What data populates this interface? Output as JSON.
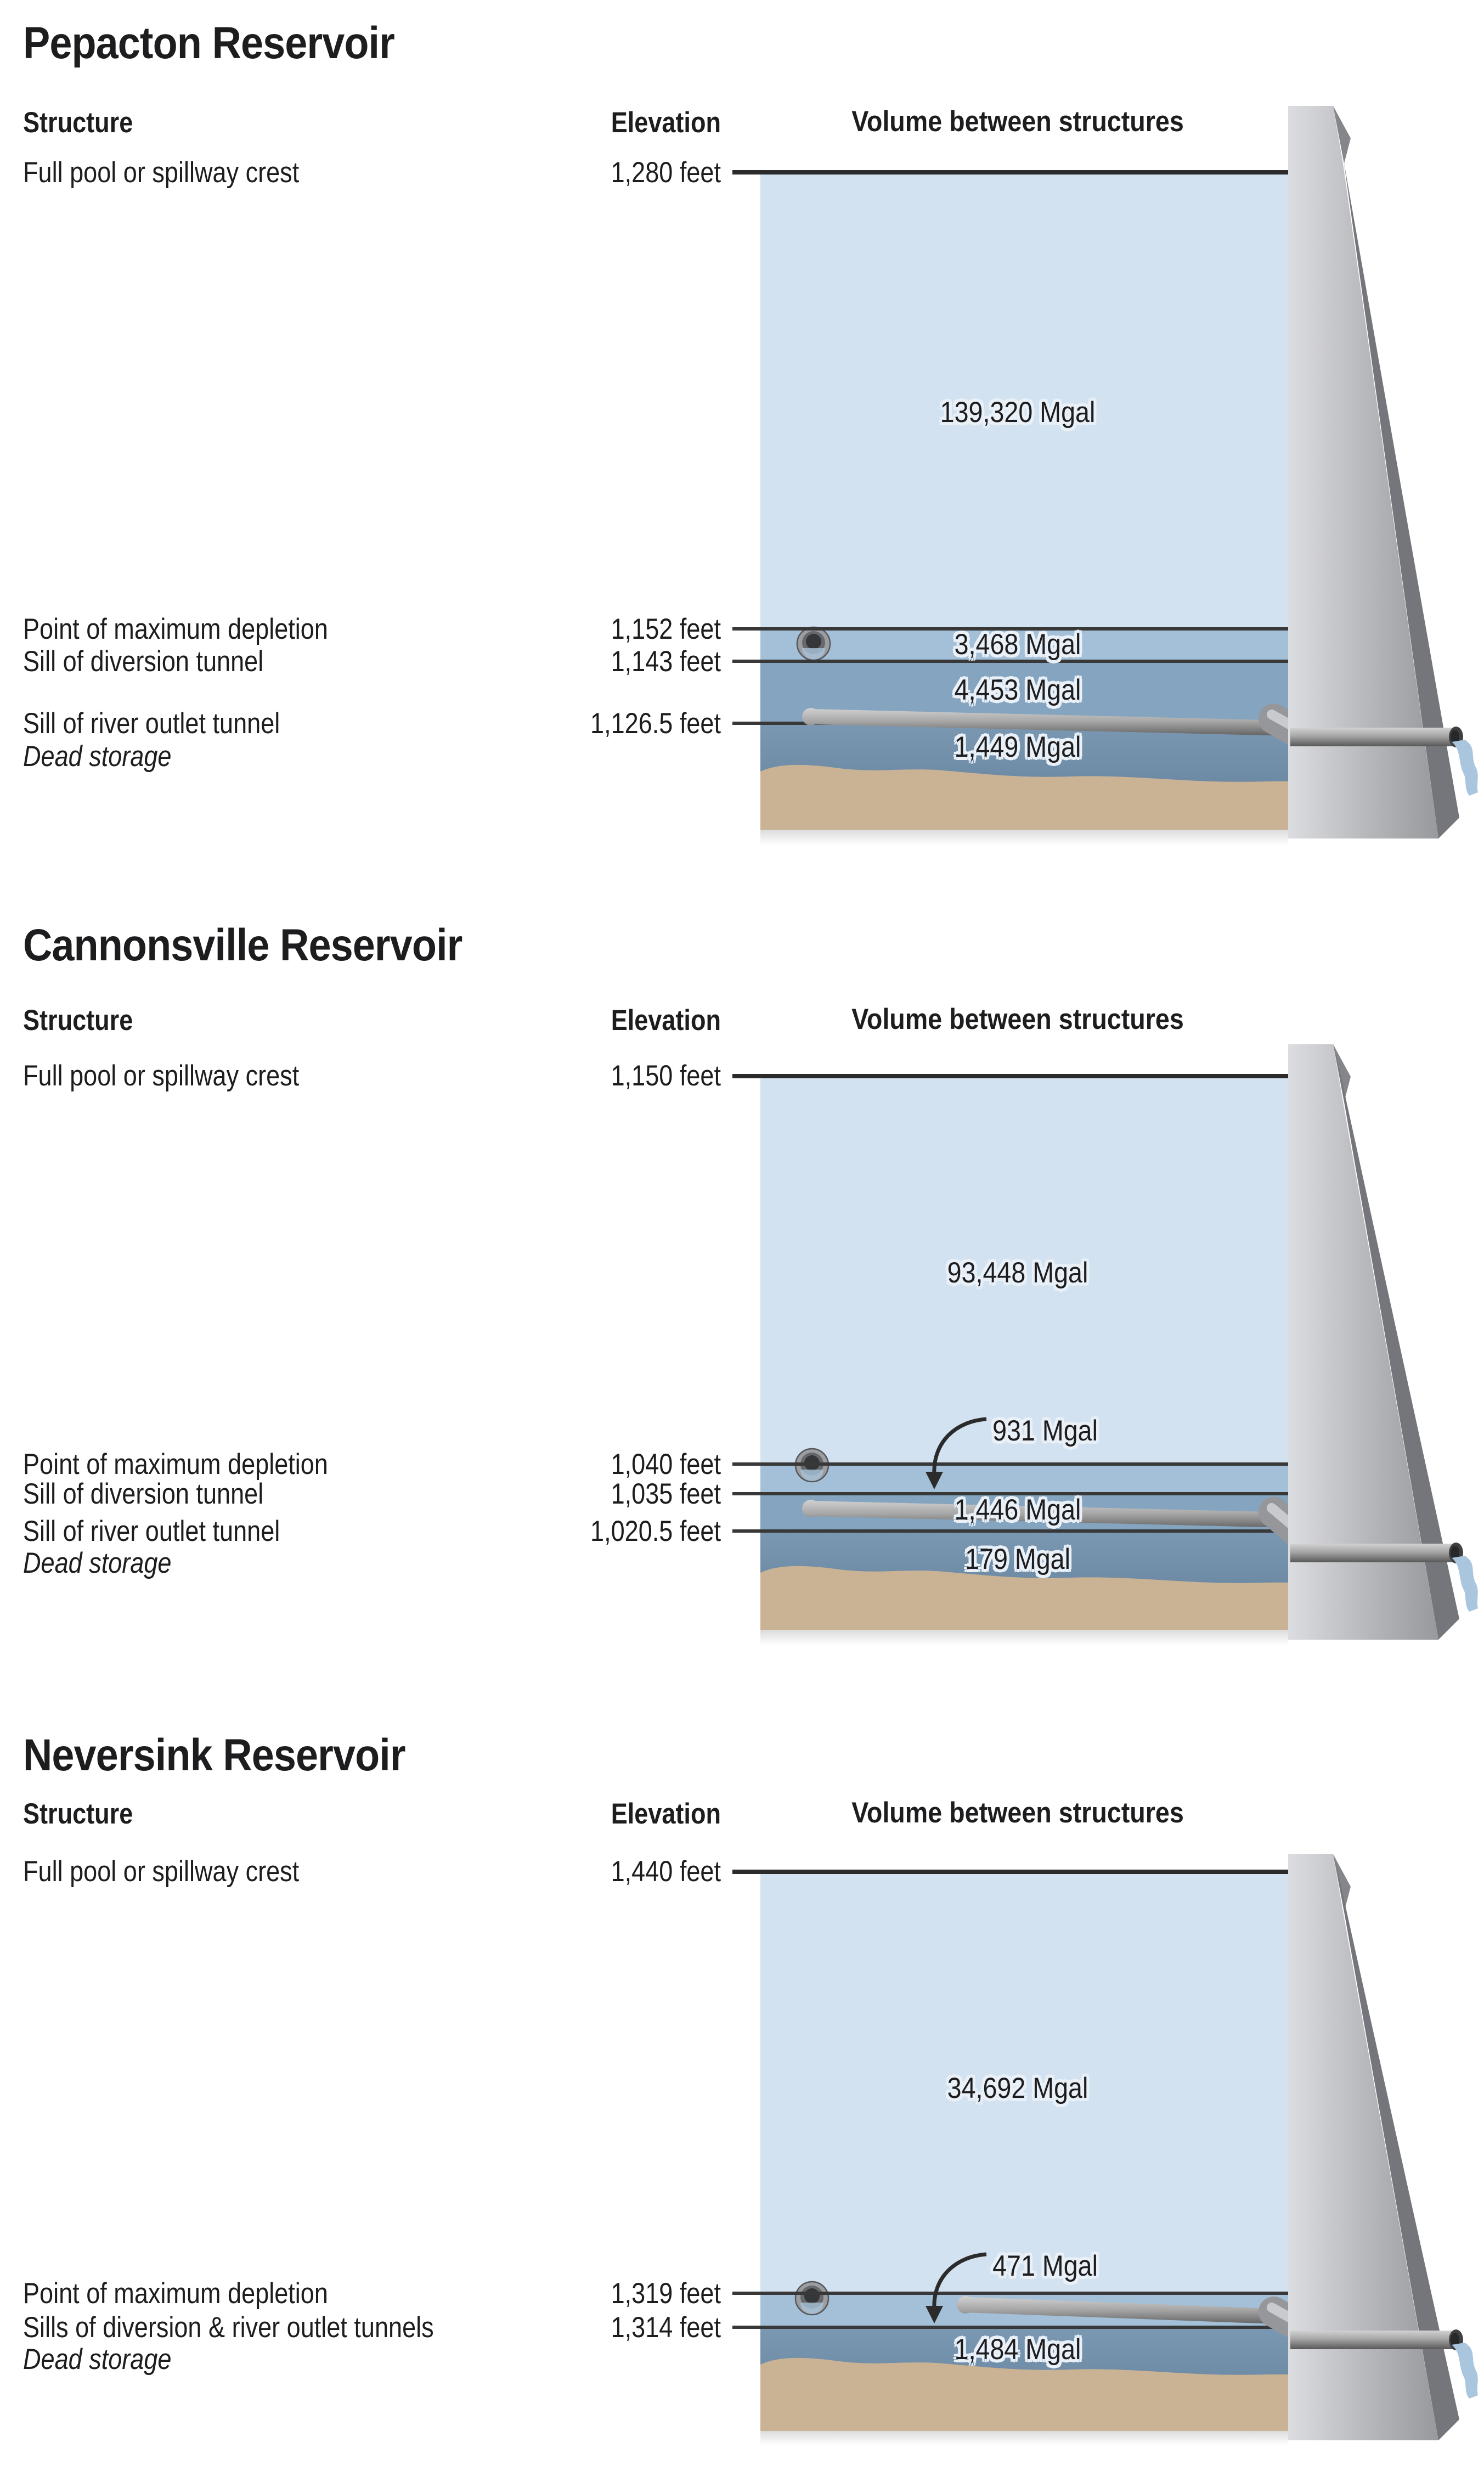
{
  "reservoirs": [
    {
      "title": "Pepacton Reservoir",
      "columns": {
        "structure": "Structure",
        "elevation": "Elevation",
        "volume": "Volume between structures"
      },
      "rows": [
        {
          "structure": "Full pool or spillway crest",
          "elevation": "1,280 feet"
        },
        {
          "structure": "Point of maximum depletion",
          "elevation": "1,152 feet"
        },
        {
          "structure": "Sill of diversion tunnel",
          "elevation": "1,143 feet"
        },
        {
          "structure": "Sill of river outlet tunnel",
          "elevation": "1,126.5 feet"
        },
        {
          "structure": "Dead storage",
          "elevation": ""
        }
      ],
      "volumes": {
        "upper": "139,320 Mgal",
        "band1": "3,468 Mgal",
        "band2": "4,453 Mgal",
        "dead": "1,449 Mgal"
      }
    },
    {
      "title": "Cannonsville Reservoir",
      "columns": {
        "structure": "Structure",
        "elevation": "Elevation",
        "volume": "Volume between structures"
      },
      "rows": [
        {
          "structure": "Full pool or spillway crest",
          "elevation": "1,150 feet"
        },
        {
          "structure": "Point of maximum depletion",
          "elevation": "1,040 feet"
        },
        {
          "structure": "Sill of diversion tunnel",
          "elevation": "1,035 feet"
        },
        {
          "structure": "Sill of river outlet tunnel",
          "elevation": "1,020.5 feet"
        },
        {
          "structure": "Dead storage",
          "elevation": ""
        }
      ],
      "volumes": {
        "upper": "93,448 Mgal",
        "band1": "931 Mgal",
        "band2": "1,446 Mgal",
        "dead": "179 Mgal"
      }
    },
    {
      "title": "Neversink Reservoir",
      "columns": {
        "structure": "Structure",
        "elevation": "Elevation",
        "volume": "Volume between structures"
      },
      "rows": [
        {
          "structure": "Full pool or spillway crest",
          "elevation": "1,440 feet"
        },
        {
          "structure": "Point of maximum depletion",
          "elevation": "1,319 feet"
        },
        {
          "structure": "Sills of diversion & river outlet tunnels",
          "elevation": "1,314 feet"
        },
        {
          "structure": "Dead storage",
          "elevation": ""
        }
      ],
      "volumes": {
        "upper": "34,692 Mgal",
        "band1": "471 Mgal",
        "dead": "1,484 Mgal"
      }
    }
  ],
  "colors": {
    "water_upper": "#d2e2f0",
    "water_band1": "#a3c0d8",
    "water_band2": "#84a4bf",
    "water_dead_top": "#7b98b2",
    "water_dead_bottom": "#627f99",
    "sediment": "#cab394",
    "dam_light": "#dcdde0",
    "dam_dark": "#75767b",
    "elevation_line": "#2f2f2f",
    "label_halo": "#e9f0f7",
    "outlet_water": "#a9c6de"
  }
}
